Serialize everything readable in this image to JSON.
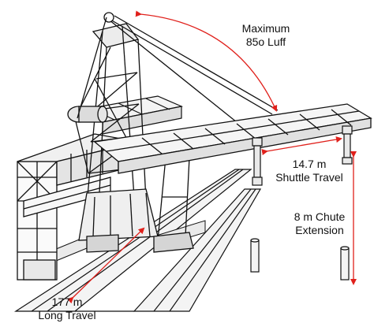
{
  "annotations": {
    "luff": {
      "line1": "Maximum",
      "line2": "85o Luff"
    },
    "shuttle": {
      "line1": "14.7 m",
      "line2": "Shuttle Travel"
    },
    "chute": {
      "line1": "8 m Chute",
      "line2": "Extension"
    },
    "long_travel": {
      "line1": "177 m",
      "line2": "Long Travel"
    }
  },
  "colors": {
    "ink": "#111111",
    "arrow": "#e0201b",
    "fill_light": "#f2f2f2",
    "fill_mid": "#d9d9d9"
  }
}
